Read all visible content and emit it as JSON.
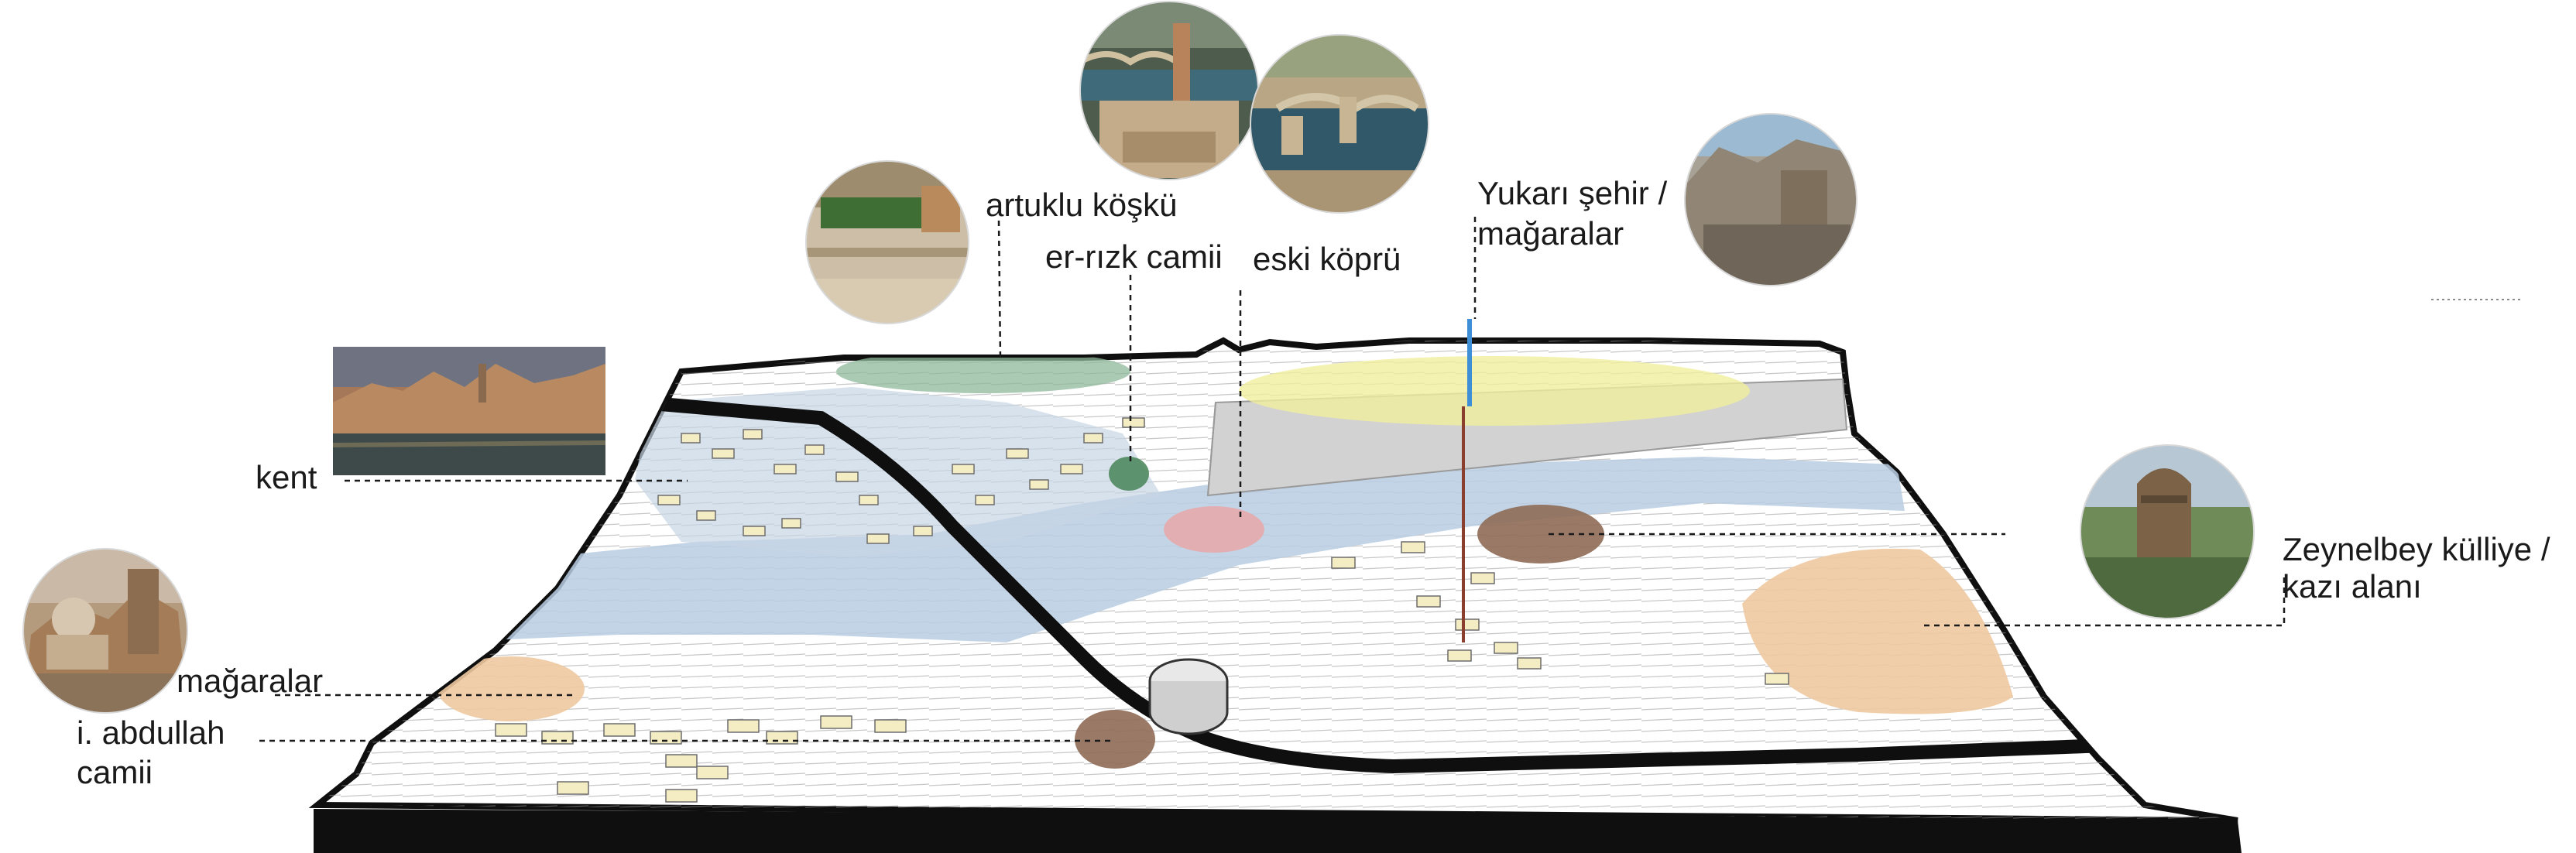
{
  "colors": {
    "ink": "#1a1a1a",
    "road": "#0f0f0f",
    "water": "#b9cde3",
    "green_zone": "#8fb89a",
    "red_zone": "#e9a7a7",
    "yellow_zone": "#f1ef9c",
    "orange_zone": "#eec9a1",
    "brown_zone": "#8f6b57",
    "building": "#f4ecc2",
    "marker_blue": "#3e8fd6"
  },
  "labels": {
    "kent": "kent",
    "magaralar": "mağaralar",
    "abdullah_line1": "i. abdullah",
    "abdullah_line2": "camii",
    "artuklu": "artuklu köşkü",
    "errizk": "er-rızk camii",
    "eski_kopru": "eski köprü",
    "yukari_line1": "Yukarı şehir /",
    "yukari_line2": "mağaralar",
    "zeynelbey_line1": "Zeynelbey külliye /",
    "zeynelbey_line2": "kazı alanı"
  },
  "photos": [
    {
      "name": "kent-photo",
      "subject": "town-panorama"
    },
    {
      "name": "magaralar-abdullah-photo",
      "subject": "mosque-ruins"
    },
    {
      "name": "artuklu-photo",
      "subject": "palace-ruins"
    },
    {
      "name": "errizk-photo",
      "subject": "minaret-river"
    },
    {
      "name": "eski-kopru-photo",
      "subject": "old-bridge"
    },
    {
      "name": "yukari-sehir-photo",
      "subject": "cliff-caves"
    },
    {
      "name": "zeynelbey-photo",
      "subject": "tomb-dome"
    }
  ]
}
